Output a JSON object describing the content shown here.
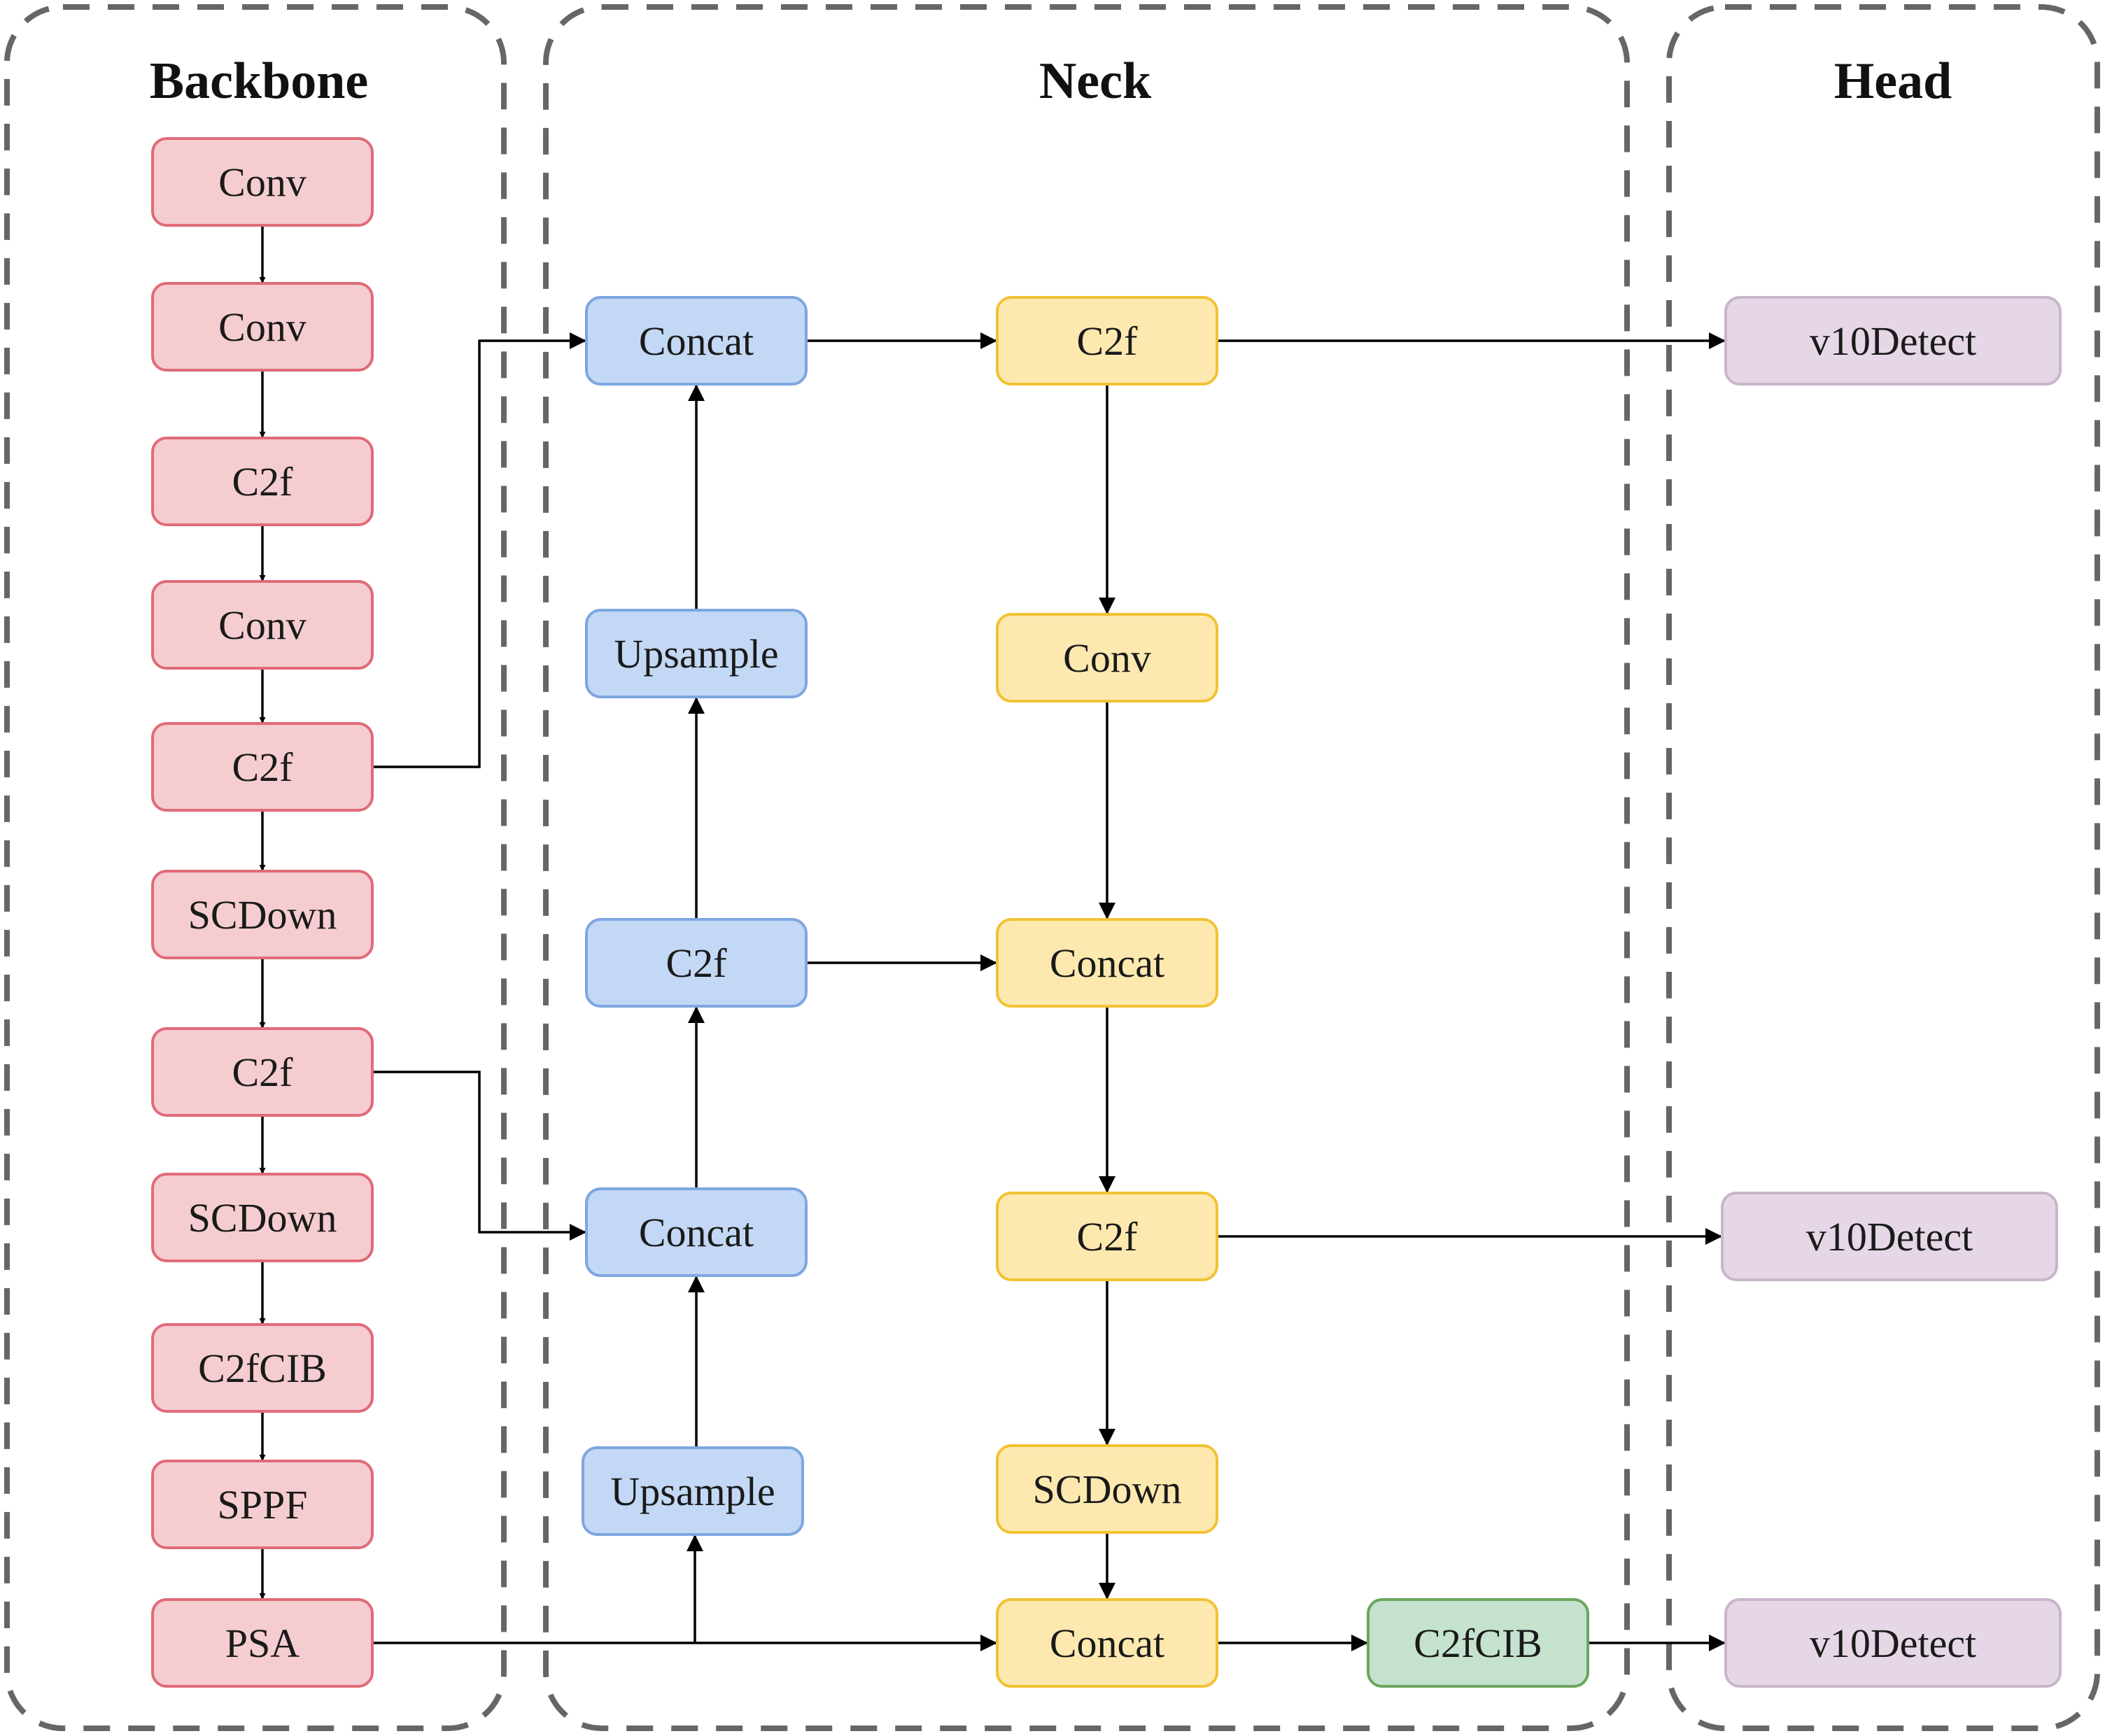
{
  "diagram": {
    "sections": [
      {
        "id": "backbone",
        "title": "Backbone"
      },
      {
        "id": "neck",
        "title": "Neck"
      },
      {
        "id": "head",
        "title": "Head"
      }
    ],
    "colors": {
      "backbone_fill": "#f5cdd1",
      "backbone_stroke": "#e06b78",
      "neck_blue_fill": "#c3d8f5",
      "neck_blue_stroke": "#7ea6e0",
      "neck_yellow_fill": "#fde9b0",
      "neck_yellow_stroke": "#f2c233",
      "neck_green_fill": "#c5e2cf",
      "neck_green_stroke": "#6aa65c",
      "head_fill": "#e6d7e6",
      "head_stroke": "#c8b5cb",
      "panel_border": "#666666",
      "edge": "#000000"
    },
    "nodes": [
      {
        "id": "bb_conv1",
        "label": "Conv",
        "style": "backbone"
      },
      {
        "id": "bb_conv2",
        "label": "Conv",
        "style": "backbone"
      },
      {
        "id": "bb_c2f1",
        "label": "C2f",
        "style": "backbone"
      },
      {
        "id": "bb_conv3",
        "label": "Conv",
        "style": "backbone"
      },
      {
        "id": "bb_c2f2",
        "label": "C2f",
        "style": "backbone"
      },
      {
        "id": "bb_scdown1",
        "label": "SCDown",
        "style": "backbone"
      },
      {
        "id": "bb_c2f3",
        "label": "C2f",
        "style": "backbone"
      },
      {
        "id": "bb_scdown2",
        "label": "SCDown",
        "style": "backbone"
      },
      {
        "id": "bb_c2fcib",
        "label": "C2fCIB",
        "style": "backbone"
      },
      {
        "id": "bb_sppf",
        "label": "SPPF",
        "style": "backbone"
      },
      {
        "id": "bb_psa",
        "label": "PSA",
        "style": "backbone"
      },
      {
        "id": "nk_concat_top",
        "label": "Concat",
        "style": "neck_blue"
      },
      {
        "id": "nk_upsample_top",
        "label": "Upsample",
        "style": "neck_blue"
      },
      {
        "id": "nk_c2f_blue",
        "label": "C2f",
        "style": "neck_blue"
      },
      {
        "id": "nk_concat_mid",
        "label": "Concat",
        "style": "neck_blue"
      },
      {
        "id": "nk_upsample_bottom",
        "label": "Upsample",
        "style": "neck_blue"
      },
      {
        "id": "nk_c2f_top",
        "label": "C2f",
        "style": "neck_yellow"
      },
      {
        "id": "nk_conv",
        "label": "Conv",
        "style": "neck_yellow"
      },
      {
        "id": "nk_concat_y1",
        "label": "Concat",
        "style": "neck_yellow"
      },
      {
        "id": "nk_c2f_mid",
        "label": "C2f",
        "style": "neck_yellow"
      },
      {
        "id": "nk_scdown",
        "label": "SCDown",
        "style": "neck_yellow"
      },
      {
        "id": "nk_concat_y2",
        "label": "Concat",
        "style": "neck_yellow"
      },
      {
        "id": "nk_c2fcib",
        "label": "C2fCIB",
        "style": "neck_green"
      },
      {
        "id": "hd_detect1",
        "label": "v10Detect",
        "style": "head"
      },
      {
        "id": "hd_detect2",
        "label": "v10Detect",
        "style": "head"
      },
      {
        "id": "hd_detect3",
        "label": "v10Detect",
        "style": "head"
      }
    ],
    "edges": [
      {
        "from": "bb_conv1",
        "to": "bb_conv2"
      },
      {
        "from": "bb_conv2",
        "to": "bb_c2f1"
      },
      {
        "from": "bb_c2f1",
        "to": "bb_conv3"
      },
      {
        "from": "bb_conv3",
        "to": "bb_c2f2"
      },
      {
        "from": "bb_c2f2",
        "to": "bb_scdown1"
      },
      {
        "from": "bb_scdown1",
        "to": "bb_c2f3"
      },
      {
        "from": "bb_c2f3",
        "to": "bb_scdown2"
      },
      {
        "from": "bb_scdown2",
        "to": "bb_c2fcib"
      },
      {
        "from": "bb_c2fcib",
        "to": "bb_sppf"
      },
      {
        "from": "bb_sppf",
        "to": "bb_psa"
      },
      {
        "from": "bb_c2f2",
        "to": "nk_concat_top"
      },
      {
        "from": "bb_c2f3",
        "to": "nk_concat_mid"
      },
      {
        "from": "bb_psa",
        "to": "nk_upsample_bottom"
      },
      {
        "from": "bb_psa",
        "to": "nk_concat_y2"
      },
      {
        "from": "nk_upsample_bottom",
        "to": "nk_concat_mid"
      },
      {
        "from": "nk_concat_mid",
        "to": "nk_c2f_blue"
      },
      {
        "from": "nk_c2f_blue",
        "to": "nk_upsample_top"
      },
      {
        "from": "nk_upsample_top",
        "to": "nk_concat_top"
      },
      {
        "from": "nk_concat_top",
        "to": "nk_c2f_top"
      },
      {
        "from": "nk_c2f_blue",
        "to": "nk_concat_y1"
      },
      {
        "from": "nk_c2f_top",
        "to": "nk_conv"
      },
      {
        "from": "nk_conv",
        "to": "nk_concat_y1"
      },
      {
        "from": "nk_concat_y1",
        "to": "nk_c2f_mid"
      },
      {
        "from": "nk_c2f_mid",
        "to": "nk_scdown"
      },
      {
        "from": "nk_scdown",
        "to": "nk_concat_y2"
      },
      {
        "from": "nk_concat_y2",
        "to": "nk_c2fcib"
      },
      {
        "from": "nk_c2f_top",
        "to": "hd_detect1"
      },
      {
        "from": "nk_c2f_mid",
        "to": "hd_detect2"
      },
      {
        "from": "nk_c2fcib",
        "to": "hd_detect3"
      }
    ]
  }
}
